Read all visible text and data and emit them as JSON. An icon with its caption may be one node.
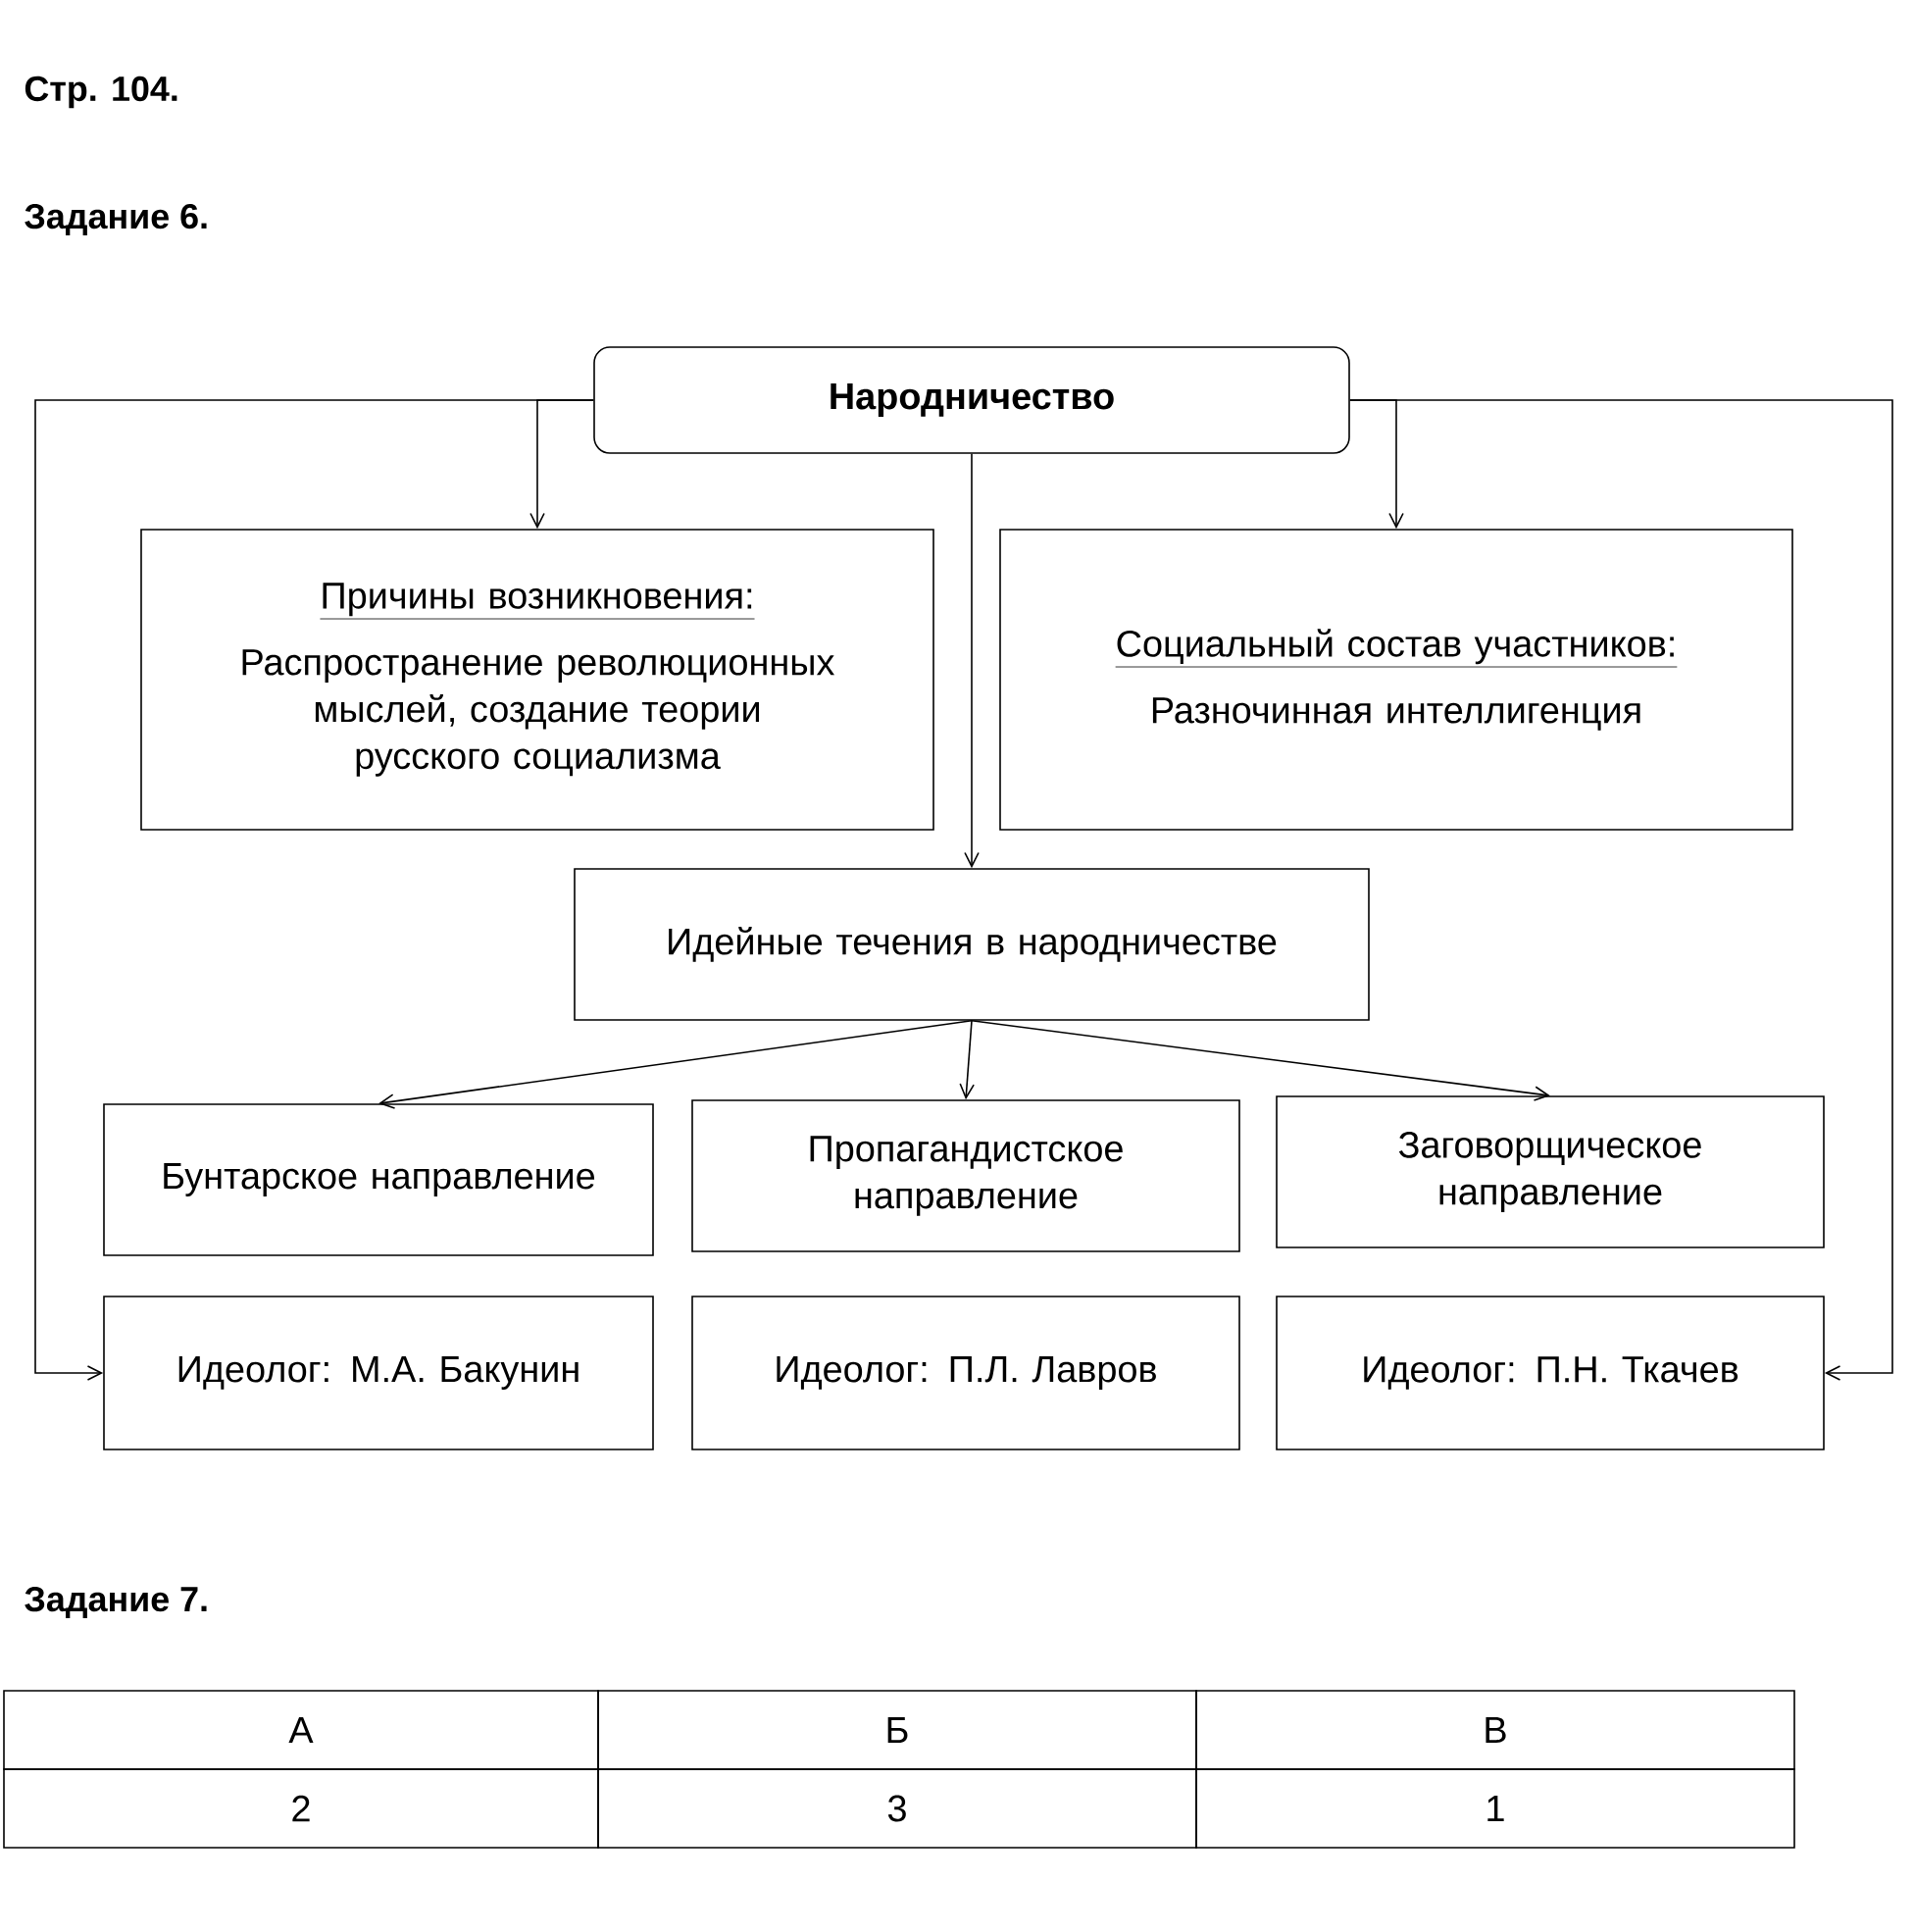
{
  "diagram": {
    "nodes": [
      {
        "text": [
          "Народничество"
        ]
      },
      {
        "text": [
          "Причины возникновения:",
          "Распространение революционных мыслей, создание теории русского социализма"
        ]
      },
      {
        "text": [
          "Социальный состав участников:",
          "Разночинная интеллигенция"
        ]
      },
      {
        "text": [
          "Идейные течения в народничестве"
        ]
      },
      {
        "text": [
          "Бунтарское направление"
        ]
      },
      {
        "text": [
          "Пропагандистское направление"
        ]
      },
      {
        "text": [
          "Заговорщическое направление"
        ]
      },
      {
        "text": [
          "Идеолог: М.А. Бакунин"
        ]
      },
      {
        "text": [
          "Идеолог: П.Л. Лавров"
        ]
      },
      {
        "text": [
          "Идеолог: П.Н. Ткачев"
        ]
      }
    ],
    "edges": [
      {
        "from": 0,
        "to": 1,
        "arrow": "to"
      },
      {
        "from": 0,
        "to": 3,
        "arrow": "to"
      },
      {
        "from": 0,
        "to": 2,
        "arrow": "to"
      },
      {
        "from": 0,
        "to": 7,
        "arrow": "to"
      },
      {
        "from": 0,
        "to": 9,
        "arrow": "to"
      },
      {
        "from": 3,
        "to": 4,
        "arrow": "to"
      },
      {
        "from": 3,
        "to": 5,
        "arrow": "to"
      },
      {
        "from": 3,
        "to": 6,
        "arrow": "to"
      }
    ],
    "labels": [
      "Стр. 104.",
      "Задание 6.",
      "Задание 7.",
      "А",
      "Б",
      "В",
      "2",
      "3",
      "1"
    ]
  }
}
